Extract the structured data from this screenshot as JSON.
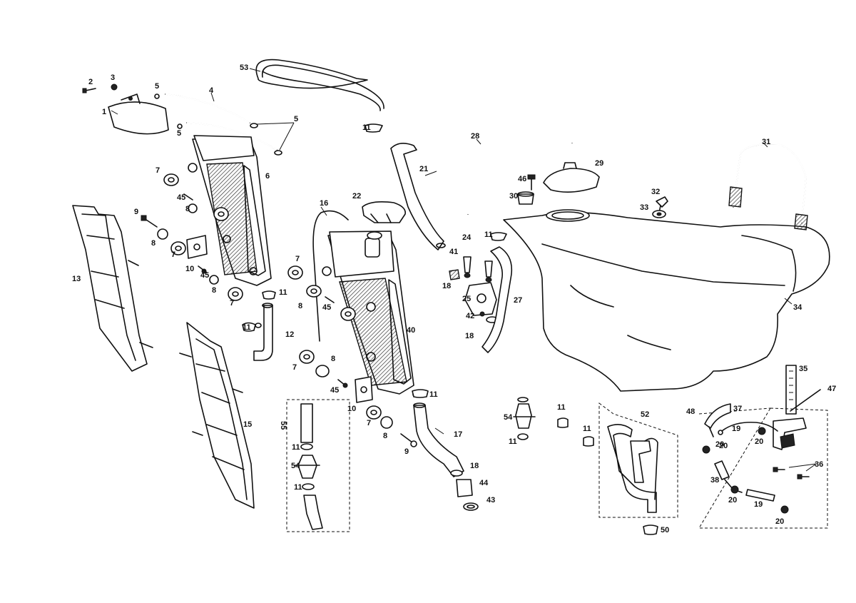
{
  "callouts": [
    {
      "text": "1"
    },
    {
      "text": "2"
    },
    {
      "text": "3"
    },
    {
      "text": "4"
    },
    {
      "text": "5"
    },
    {
      "text": "5"
    },
    {
      "text": "5"
    },
    {
      "text": "6"
    },
    {
      "text": "7"
    },
    {
      "text": "7"
    },
    {
      "text": "7"
    },
    {
      "text": "7"
    },
    {
      "text": "7"
    },
    {
      "text": "7"
    },
    {
      "text": "8"
    },
    {
      "text": "8"
    },
    {
      "text": "8"
    },
    {
      "text": "8"
    },
    {
      "text": "8"
    },
    {
      "text": "8"
    },
    {
      "text": "9"
    },
    {
      "text": "9"
    },
    {
      "text": "10"
    },
    {
      "text": "10"
    },
    {
      "text": "11"
    },
    {
      "text": "11"
    },
    {
      "text": "11"
    },
    {
      "text": "11"
    },
    {
      "text": "11"
    },
    {
      "text": "11"
    },
    {
      "text": "11"
    },
    {
      "text": "11"
    },
    {
      "text": "11"
    },
    {
      "text": "11"
    },
    {
      "text": "12"
    },
    {
      "text": "13"
    },
    {
      "text": "15"
    },
    {
      "text": "16"
    },
    {
      "text": "17"
    },
    {
      "text": "18"
    },
    {
      "text": "18"
    },
    {
      "text": "18"
    },
    {
      "text": "19"
    },
    {
      "text": "19"
    },
    {
      "text": "20"
    },
    {
      "text": "20"
    },
    {
      "text": "20"
    },
    {
      "text": "20"
    },
    {
      "text": "20"
    },
    {
      "text": "21"
    },
    {
      "text": "22"
    },
    {
      "text": "24"
    },
    {
      "text": "25"
    },
    {
      "text": "27"
    },
    {
      "text": "28"
    },
    {
      "text": "29"
    },
    {
      "text": "30"
    },
    {
      "text": "31"
    },
    {
      "text": "32"
    },
    {
      "text": "33"
    },
    {
      "text": "34"
    },
    {
      "text": "35"
    },
    {
      "text": "36"
    },
    {
      "text": "37"
    },
    {
      "text": "38"
    },
    {
      "text": "40"
    },
    {
      "text": "41"
    },
    {
      "text": "42"
    },
    {
      "text": "43"
    },
    {
      "text": "44"
    },
    {
      "text": "45"
    },
    {
      "text": "45"
    },
    {
      "text": "45"
    },
    {
      "text": "45"
    },
    {
      "text": "46"
    },
    {
      "text": "47"
    },
    {
      "text": "48"
    },
    {
      "text": "50"
    },
    {
      "text": "52"
    },
    {
      "text": "53"
    },
    {
      "text": "54"
    },
    {
      "text": "54"
    },
    {
      "text": "55"
    }
  ]
}
